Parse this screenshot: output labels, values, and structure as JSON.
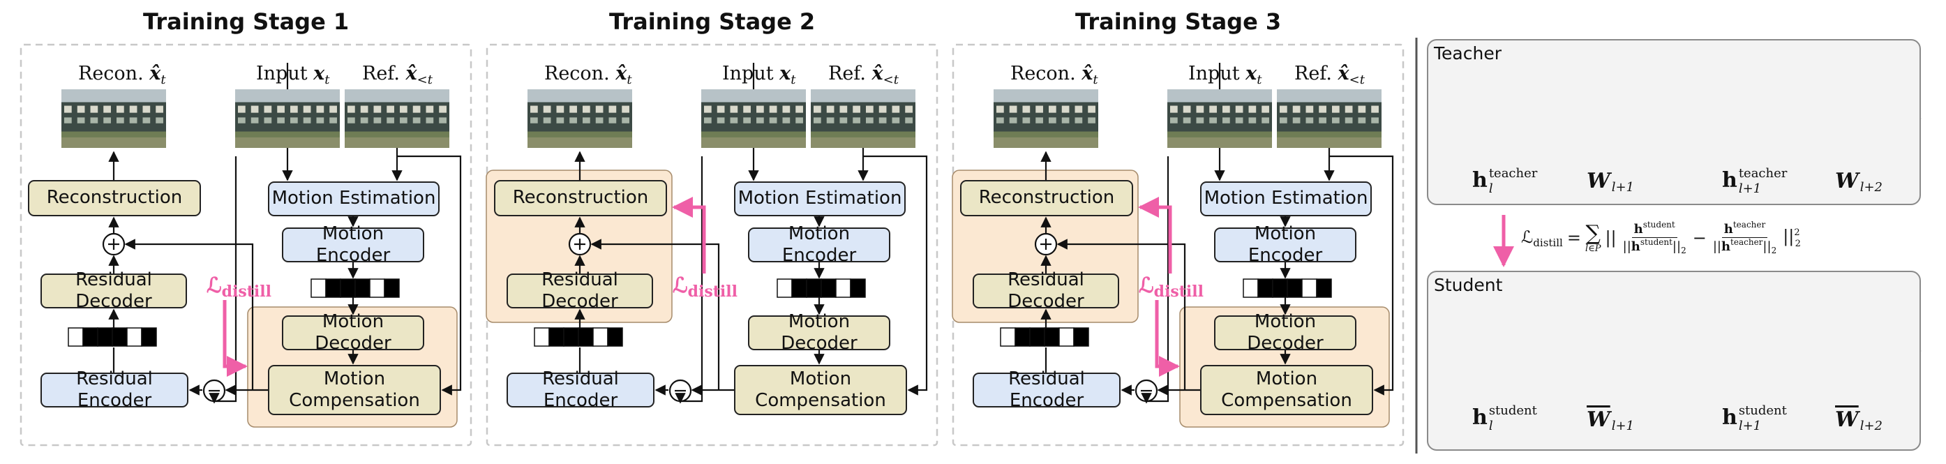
{
  "stages": [
    {
      "title": "Training Stage 1"
    },
    {
      "title": "Training Stage 2"
    },
    {
      "title": "Training Stage 3"
    }
  ],
  "labels": {
    "recon": "Recon.",
    "recon_sym": "x̂",
    "input": "Input",
    "input_sym": "x",
    "ref": "Ref.",
    "ref_sym": "x̂",
    "t_sub": "t",
    "lt_sub": "<t",
    "distill": "ℒ",
    "distill_sub": "distill"
  },
  "blocks": {
    "reconstruction": "Reconstruction",
    "residual_decoder": "Residual Decoder",
    "residual_encoder": "Residual Encoder",
    "motion_estimation": "Motion Estimation",
    "motion_encoder": "Motion Encoder",
    "motion_decoder": "Motion Decoder",
    "motion_compensation": "Motion\nCompensation"
  },
  "right": {
    "teacher_label": "Teacher",
    "student_label": "Student",
    "h": "h",
    "W": "W",
    "sup_teacher": "teacher",
    "sup_student": "student",
    "sub_l": "l",
    "sub_l1": "l+1",
    "sub_l2": "l+2",
    "loss_lhs": "ℒ",
    "loss_sub": "distill",
    "loss_eq": "=",
    "loss_sum": "∑",
    "loss_sum_sub": "l∈P",
    "loss_minus": "−",
    "loss_pow": "2",
    "loss_norm_sub": "2"
  },
  "colors": {
    "yellow_block": "#ebe6c6",
    "blue_block": "#dce7f7",
    "orange_highlight": "#fbe8d2",
    "pink": "#ef5fa7",
    "purple_tensor": "#d8a7cc",
    "green_tensor": "#d8ecd2"
  }
}
